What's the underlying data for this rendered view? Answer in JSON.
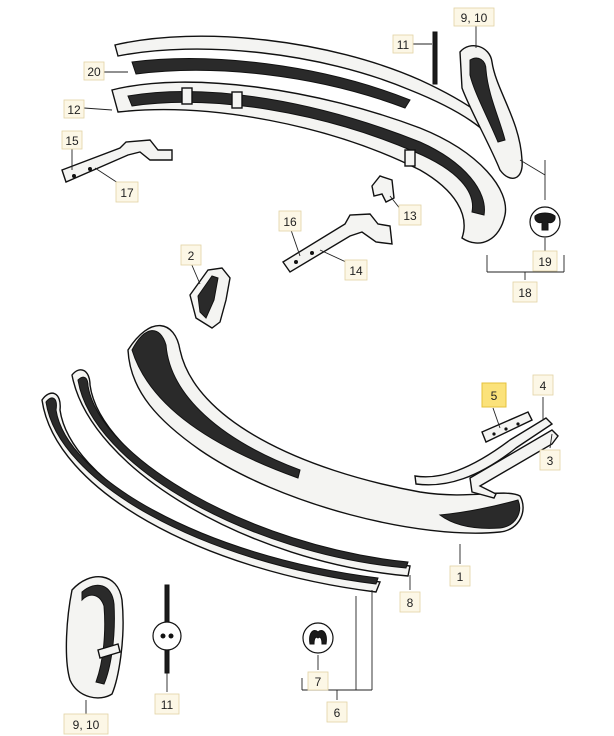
{
  "labels": {
    "p1": "1",
    "p2": "2",
    "p3": "3",
    "p4": "4",
    "p5": "5",
    "p6": "6",
    "p7": "7",
    "p8": "8",
    "p9_10_top": "9, 10",
    "p9_10_bottom": "9, 10",
    "p11_top": "11",
    "p11_bottom": "11",
    "p12": "12",
    "p13": "13",
    "p14": "14",
    "p15": "15",
    "p16": "16",
    "p17": "17",
    "p18": "18",
    "p19": "19",
    "p20": "20"
  },
  "highlight": {
    "label": "5",
    "color": "#fbe27a"
  }
}
